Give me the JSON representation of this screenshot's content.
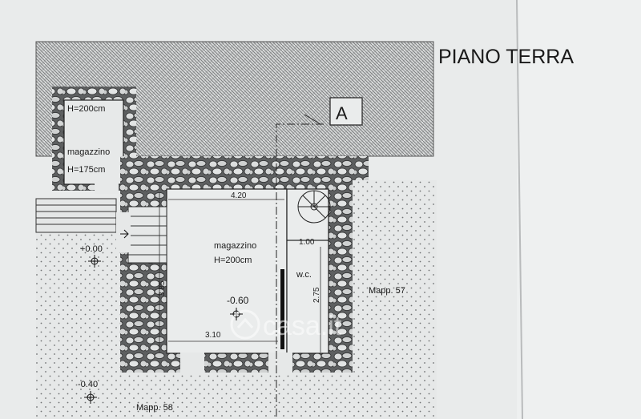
{
  "title": "PIANO TERRA",
  "section_marker": "A",
  "watermark": "casa.it",
  "rooms": {
    "left_height": "H=200cm",
    "left_name": "magazzino",
    "left_height2": "H=175cm",
    "main_name": "magazzino",
    "main_height": "H=200cm",
    "wc": "w.c."
  },
  "dimensions": {
    "top_width": "4.20",
    "wc_width": "1.00",
    "left_depth": "3.85",
    "wc_depth": "2.75",
    "bottom_width": "3.10"
  },
  "levels": {
    "entrance": "+0.00",
    "floor": "-0.60",
    "outside": "-0.40"
  },
  "parcels": {
    "east": "Mapp. 57",
    "south": "Mapp. 58"
  },
  "colors": {
    "paper": "#e9ebeb",
    "page_right": "#eef0f0",
    "ink": "#1a1a1a"
  }
}
